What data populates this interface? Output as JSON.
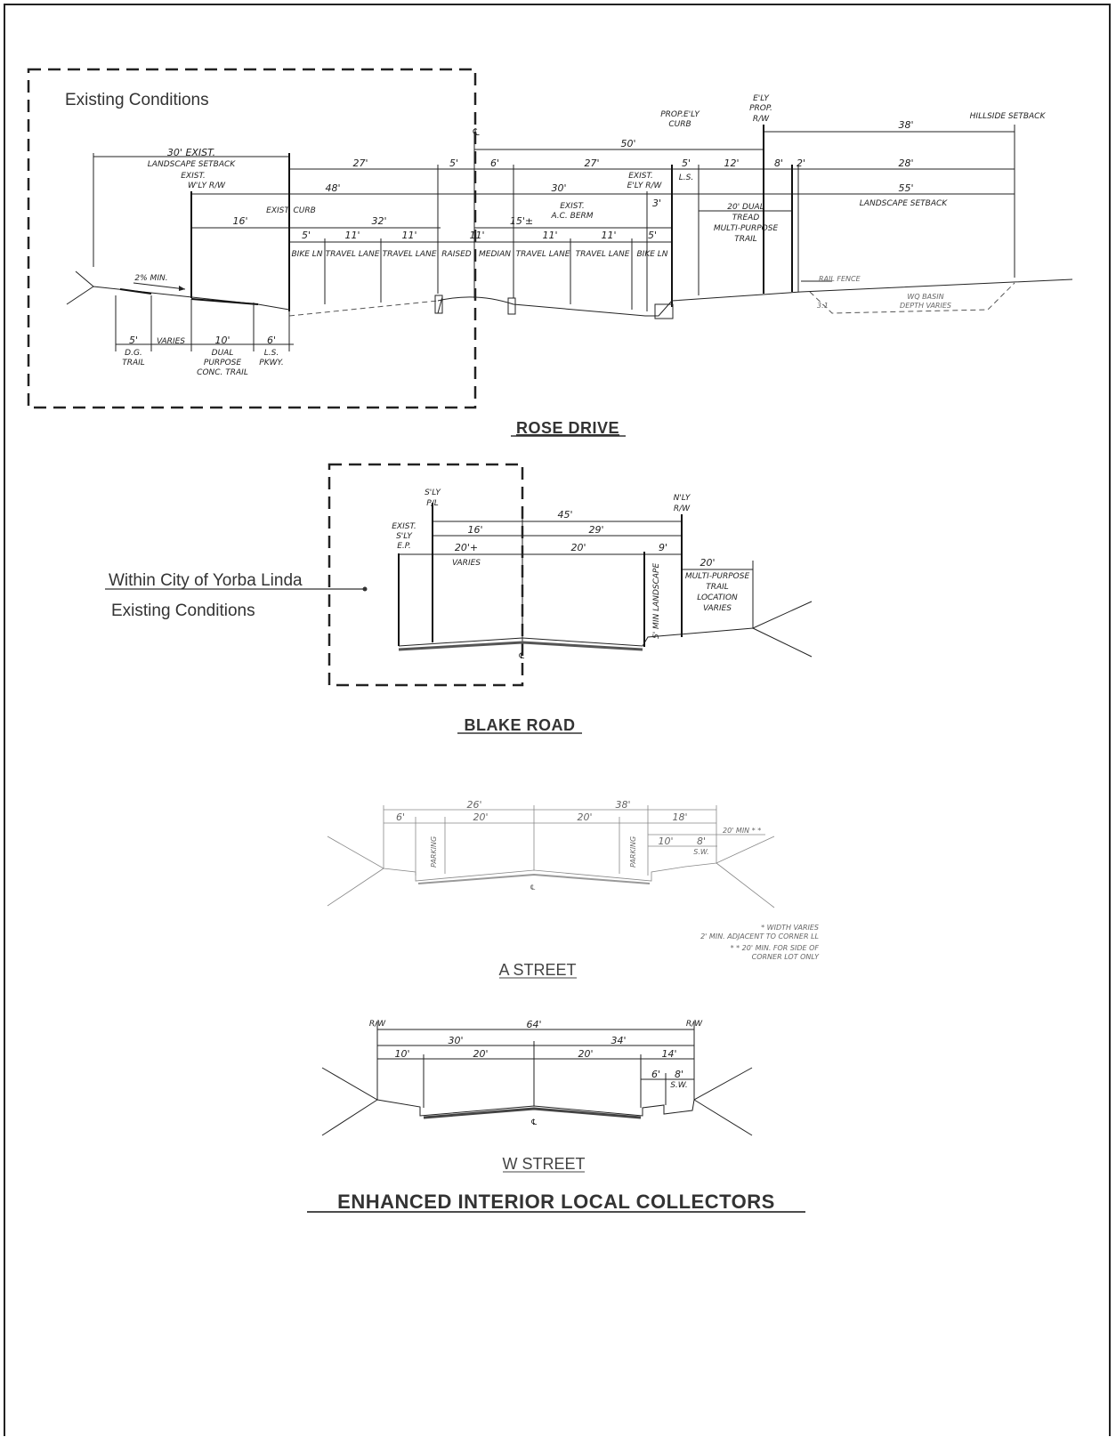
{
  "rose_drive": {
    "title": "ROSE DRIVE",
    "existing_label": "Existing Conditions",
    "cl": "℄",
    "dims": {
      "d30": "30' EXIST.",
      "landscape_setback": "LANDSCAPE SETBACK",
      "d27a": "27'",
      "d5a": "5'",
      "d6a": "6'",
      "d27b": "27'",
      "d5b": "5'",
      "d12": "12'",
      "d8": "8'",
      "d2": "2'",
      "d28": "28'",
      "d50": "50'",
      "d38": "38'",
      "d48": "48'",
      "d30b": "30'",
      "d55": "55'",
      "landscape_setback2": "LANDSCAPE SETBACK",
      "d16": "16'",
      "d32": "32'",
      "d15": "15'±",
      "d3": "3'",
      "d5c": "5'",
      "d11a": "11'",
      "d11b": "11'",
      "d11c": "11'",
      "d11d": "11'",
      "d11e": "11'",
      "d5d": "5'",
      "bike_ln_a": "BIKE LN",
      "travel_lane_a": "TRAVEL LANE",
      "travel_lane_b": "TRAVEL LANE",
      "raised": "RAISED",
      "median": "MEDIAN",
      "travel_lane_c": "TRAVEL LANE",
      "travel_lane_d": "TRAVEL LANE",
      "bike_ln_b": "BIKE LN",
      "exist_wly": "EXIST.",
      "wly_rw": "W'LY R/W",
      "exist_curb": "EXIST. CURB",
      "exist_ac": "EXIST.",
      "ac_berm": "A.C. BERM",
      "exist_ely": "EXIST.",
      "ely_rw": "E'LY R/W",
      "ls": "L.S.",
      "dual_20": "20' DUAL",
      "tread": "TREAD",
      "multi_purpose": "MULTI-PURPOSE",
      "trail": "TRAIL",
      "prop_ely": "PROP.E'LY",
      "curb": "CURB",
      "ely": "E'LY",
      "prop": "PROP.",
      "rw": "R/W",
      "hillside": "HILLSIDE SETBACK",
      "rail_fence": "RAIL FENCE",
      "wq_basin": "WQ BASIN",
      "depth_varies": "DEPTH VARIES",
      "slope": "3:1",
      "min2": "2% MIN.",
      "b5": "5'",
      "varies": "VARIES",
      "b10": "10'",
      "b6": "6'",
      "dg": "D.G.",
      "dg_trail": "TRAIL",
      "dual": "DUAL",
      "purpose": "PURPOSE",
      "conc": "CONC. TRAIL",
      "ls2": "L.S.",
      "pkwy": "PKWY."
    }
  },
  "blake_road": {
    "title": "BLAKE ROAD",
    "note_line1": "Within City of Yorba Linda",
    "note_line2": "Existing Conditions",
    "dims": {
      "sly": "S'LY",
      "pl": "P/L",
      "nly": "N'LY",
      "rw": "R/W",
      "d45": "45'",
      "exist": "EXIST.",
      "sly2": "S'LY",
      "ep": "E.P.",
      "d16": "16'",
      "d29": "29'",
      "d20a": "20'+",
      "varies": "VARIES",
      "d20b": "20'",
      "d9": "9'",
      "d20c": "20'",
      "mpt": "MULTI-PURPOSE",
      "trail": "TRAIL",
      "location": "LOCATION",
      "varies2": "VARIES",
      "landscape": "5' MIN LANDSCAPE",
      "cl": "℄"
    }
  },
  "a_street": {
    "title": "A STREET",
    "dims": {
      "d26": "26'",
      "d38": "38'",
      "d6": "6'",
      "d20a": "20'",
      "d20b": "20'",
      "d18": "18'",
      "d20min": "20' MIN * *",
      "d10": "10'",
      "d8": "8'",
      "sw": "S.W.",
      "parking_a": "PARKING",
      "parking_b": "PARKING",
      "cl": "℄"
    },
    "notes": [
      "* WIDTH VARIES",
      "2' MIN. ADJACENT TO CORNER LL",
      "* * 20' MIN. FOR SIDE OF",
      "CORNER LOT ONLY"
    ]
  },
  "w_street": {
    "title": "W STREET",
    "dims": {
      "rw_a": "R/W",
      "rw_b": "R/W",
      "d64": "64'",
      "d30": "30'",
      "d34": "34'",
      "d10": "10'",
      "d20a": "20'",
      "d20b": "20'",
      "d14": "14'",
      "d6": "6'",
      "d8": "8'",
      "sw": "S.W.",
      "cl": "℄"
    }
  },
  "footer_title": "ENHANCED INTERIOR LOCAL COLLECTORS"
}
